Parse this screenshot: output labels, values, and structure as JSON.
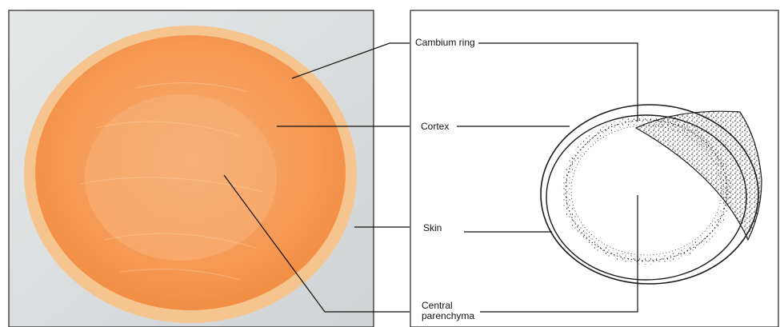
{
  "labels": {
    "cambium_ring": "Cambium ring",
    "cortex": "Cortex",
    "skin": "Skin",
    "central_parenchyma_line1": "Central",
    "central_parenchyma_line2": "parenchyma"
  },
  "colors": {
    "flesh": "#f59a55",
    "flesh_light": "#f8b47a",
    "rim": "#f5c48c",
    "photo_background": "#d9dcdc",
    "leader_line": "#111111",
    "drawing_ink": "#1a1a1a"
  }
}
